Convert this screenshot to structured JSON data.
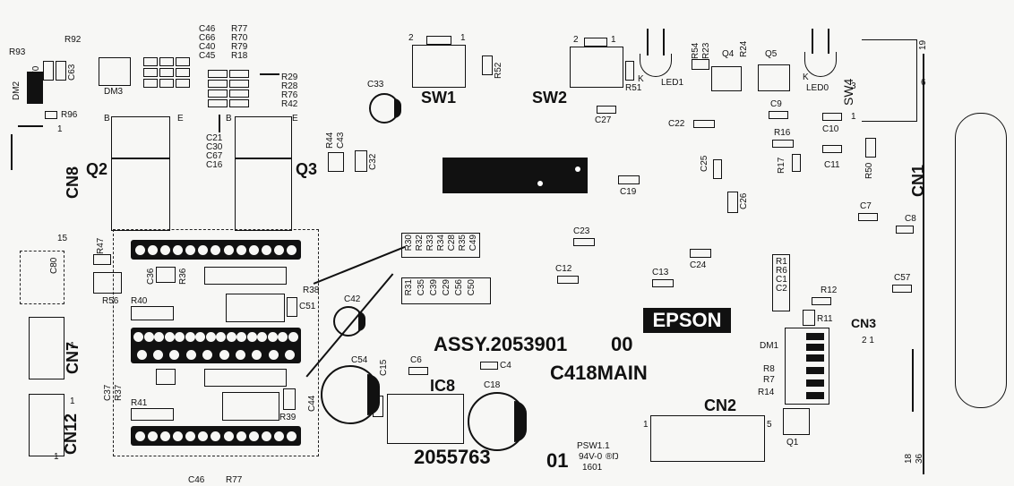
{
  "board": {
    "brand": "EPSON",
    "assembly": "ASSY.2053901",
    "assembly_rev": "00",
    "board_name": "C418MAIN",
    "part_number": "2055763",
    "part_rev": "01",
    "psw": "PSW1.1",
    "rating": "94V-0",
    "ul_mark": "®Ŋ",
    "date_code": "1601"
  },
  "big": {
    "cn8": "CN8",
    "q2": "Q2",
    "q3": "Q3",
    "sw1": "SW1",
    "sw2": "SW2",
    "cn1": "CN1",
    "cn2": "CN2",
    "cn3": "CN3",
    "cn7": "CN7",
    "cn12": "CN12",
    "ic8": "IC8",
    "sw4": "SW4"
  },
  "small": {
    "r93": "R93",
    "r92": "R92",
    "c70": "C70",
    "c63": "C63",
    "dm2": "DM2",
    "r96": "R96",
    "dm3": "DM3",
    "c46_top": "C46",
    "r77_top": "R77",
    "c66": "C66",
    "r70": "R70",
    "c40": "C40",
    "r79": "R79",
    "c45": "C45",
    "r18": "R18",
    "r29": "R29",
    "r28": "R28",
    "r76": "R76",
    "r42": "R42",
    "c21": "C21",
    "c30": "C30",
    "c67": "C67",
    "c16": "C16",
    "b1": "B",
    "e1": "E",
    "b2": "B",
    "e2": "E",
    "r44": "R44",
    "c43": "C43",
    "c32": "C32",
    "c33": "C33",
    "r52": "R52",
    "r51": "R51",
    "led1": "LED1",
    "r54": "R54",
    "r23": "R23",
    "r24": "R24",
    "q4": "Q4",
    "q5": "Q5",
    "k1": "K",
    "k2": "K",
    "led0": "LED0",
    "c27": "C27",
    "c22": "C22",
    "c9": "C9",
    "c10": "C10",
    "r16": "R16",
    "r17": "R17",
    "c25": "C25",
    "c11": "C11",
    "r50": "R50",
    "c19": "C19",
    "c26": "C26",
    "c7": "C7",
    "c8": "C8",
    "c23": "C23",
    "c24": "C24",
    "c12": "C12",
    "c13": "C13",
    "r47": "R47",
    "c36": "C36",
    "r36": "R36",
    "r56": "R56",
    "r40": "R40",
    "r38": "R38",
    "c51": "C51",
    "c42": "C42",
    "c54": "C54",
    "c15": "C15",
    "c6": "C6",
    "c4": "C4",
    "c44": "C44",
    "c18": "C18",
    "c37": "C37",
    "r37": "R37",
    "r41": "R41",
    "r39": "R39",
    "c80": "C80",
    "n15": "15",
    "r1": "R1",
    "r6": "R6",
    "c1": "C1",
    "c2": "C2",
    "r12": "R12",
    "r11": "R11",
    "c57": "C57",
    "dm1": "DM1",
    "r8": "R8",
    "r7": "R7",
    "r14": "R14",
    "q1": "Q1",
    "c46_bot": "C46",
    "r77_bot": "R77",
    "n1a": "1",
    "n2a": "2",
    "n1b": "1",
    "n2b": "2",
    "n1c": "1",
    "n5": "5",
    "n19": "19",
    "n6": "6",
    "n3": "3",
    "n1d": "1",
    "n18": "18",
    "n36": "36",
    "n2_1": "2 1",
    "n1e": "1",
    "n1f": "1",
    "n1g": "1"
  },
  "stacks": {
    "upper": [
      "R30",
      "R32",
      "R33",
      "R34",
      "C28",
      "R35",
      "C49"
    ],
    "lower": [
      "R31",
      "C35",
      "C39",
      "C29",
      "C56",
      "C50"
    ]
  }
}
